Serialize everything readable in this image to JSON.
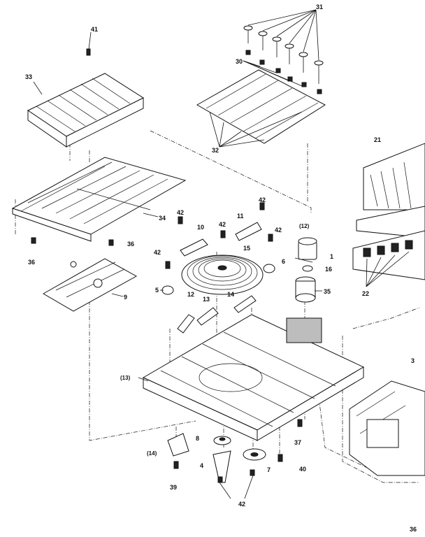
{
  "labels": {
    "p31": "31",
    "p41": "41",
    "p33": "33",
    "p30": "30",
    "p32": "32",
    "p21": "21",
    "p34": "34",
    "p42a": "42",
    "p11": "11",
    "p42b": "42",
    "p42c": "42",
    "p10": "10",
    "p42d": "42",
    "p12c": "(12)",
    "p36a": "36",
    "p36b": "36",
    "p15": "15",
    "p1": "1",
    "p42e": "42",
    "p6": "6",
    "p16": "16",
    "p5": "5",
    "p9": "9",
    "p14": "14",
    "p35": "35",
    "p22": "22",
    "p12": "12",
    "p13": "13",
    "p3": "3",
    "p13c": "(13)",
    "p37": "37",
    "p8": "8",
    "p14c": "(14)",
    "p4": "4",
    "p7": "7",
    "p40": "40",
    "p39": "39",
    "p42f": "42",
    "page": "36"
  }
}
